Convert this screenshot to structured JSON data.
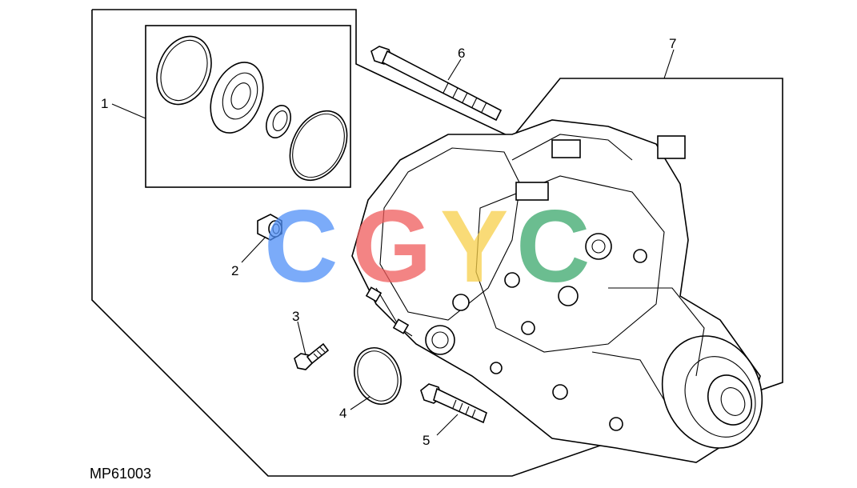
{
  "figure_id": "MP61003",
  "callouts": [
    "1",
    "2",
    "3",
    "4",
    "5",
    "6",
    "7"
  ],
  "watermark": {
    "letters": [
      "C",
      "G",
      "Y",
      "C"
    ],
    "colors": [
      "#4f8ff7",
      "#ef5b5b",
      "#f7d04a",
      "#3aa86b"
    ]
  }
}
